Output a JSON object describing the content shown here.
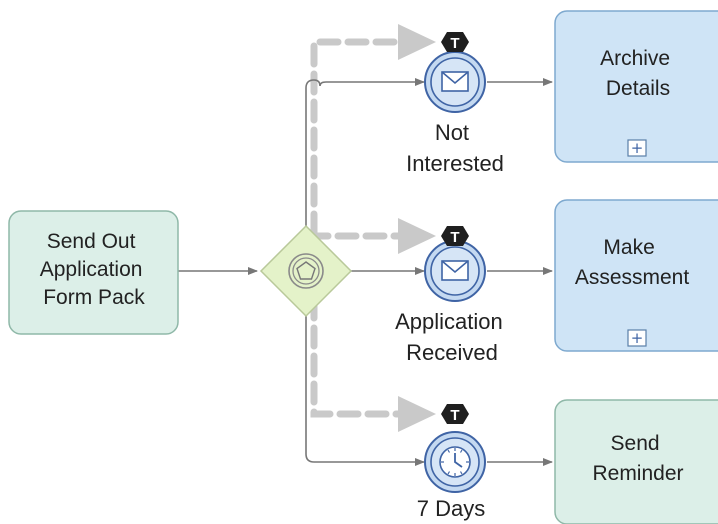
{
  "colors": {
    "task_green": "#dcefe8",
    "task_green_border": "#8fb8a8",
    "subprocess_blue": "#cfe4f6",
    "subprocess_blue_border": "#7ea9cf",
    "gateway_fill": "#e4f2c9",
    "gateway_border": "#b9c99a",
    "event_fill": "#c4d9f1",
    "event_border": "#3f64a5",
    "flow_line": "#777777",
    "dashed_flow": "#c9c9c9"
  },
  "tasks": {
    "send_out": {
      "lines": [
        "Send Out",
        "Application",
        "Form Pack"
      ]
    },
    "archive": {
      "lines": [
        "Archive",
        "Details"
      ],
      "marker": "+"
    },
    "assess": {
      "lines": [
        "Make",
        "Assessment"
      ],
      "marker": "+"
    },
    "reminder": {
      "lines": [
        "Send",
        "Reminder"
      ]
    }
  },
  "gateway": {
    "type": "event-based",
    "icon": "pentagon-icon"
  },
  "events": {
    "not_interested": {
      "type": "message",
      "icon": "envelope-icon",
      "label_lines": [
        "Not",
        "Interested"
      ],
      "badge": "T"
    },
    "application_received": {
      "type": "message",
      "icon": "envelope-icon",
      "label_lines": [
        "Application",
        "Received"
      ],
      "badge": "T"
    },
    "seven_days": {
      "type": "timer",
      "icon": "clock-icon",
      "label_lines": [
        "7 Days"
      ],
      "badge": "T"
    }
  }
}
